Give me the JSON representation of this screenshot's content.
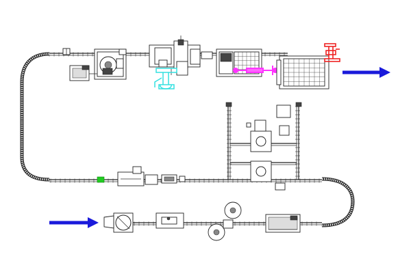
{
  "diagram": {
    "kind": "packaging-line-layout",
    "background": "#ffffff",
    "line_color": "#333333",
    "highlight_colors": {
      "cyan": "#33e0e0",
      "magenta": "#ff33ff",
      "red": "#ee2222",
      "green": "#22cc22",
      "flow_arrow": "#1a1adb"
    },
    "flow_arrows": [
      {
        "id": "output-top",
        "direction": "right"
      },
      {
        "id": "input-bottom",
        "direction": "right"
      }
    ]
  }
}
